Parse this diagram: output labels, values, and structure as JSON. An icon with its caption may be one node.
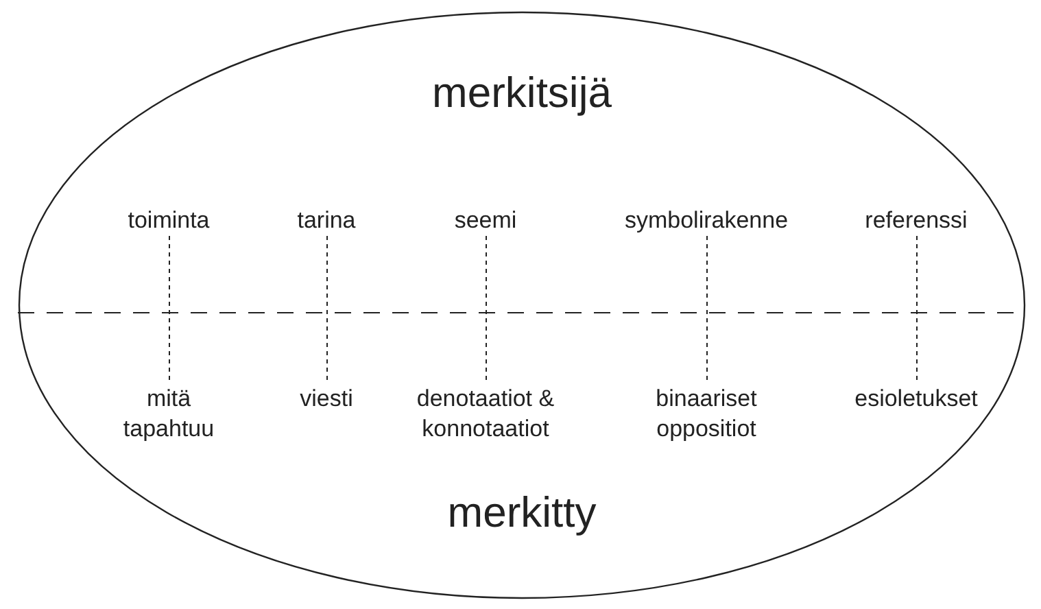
{
  "diagram": {
    "nodes": [
      {
        "text": [
          "merkitsijä",
          "merkitty"
        ]
      },
      {
        "text": [
          "toiminta"
        ],
        "in": 0
      },
      {
        "text": [
          "tarina"
        ],
        "in": 0
      },
      {
        "text": [
          "seemi"
        ],
        "in": 0
      },
      {
        "text": [
          "symbolirakenne"
        ],
        "in": 0
      },
      {
        "text": [
          "referenssi"
        ],
        "in": 0
      },
      {
        "text": [
          "mitä tapahtuu"
        ],
        "in": 0
      },
      {
        "text": [
          "viesti"
        ],
        "in": 0
      },
      {
        "text": [
          "denotaatiot & konnotaatiot"
        ],
        "in": 0
      },
      {
        "text": [
          "binaariset oppositiot"
        ],
        "in": 0
      },
      {
        "text": [
          "esioletukset"
        ],
        "in": 0
      }
    ],
    "edges": [
      {
        "from": 1,
        "to": 6,
        "arrow": "none",
        "style": "dashed"
      },
      {
        "from": 2,
        "to": 7,
        "arrow": "none",
        "style": "dashed"
      },
      {
        "from": 3,
        "to": 8,
        "arrow": "none",
        "style": "dashed"
      },
      {
        "from": 4,
        "to": 9,
        "arrow": "none",
        "style": "dashed"
      },
      {
        "from": 5,
        "to": 10,
        "arrow": "none",
        "style": "dashed"
      }
    ]
  }
}
